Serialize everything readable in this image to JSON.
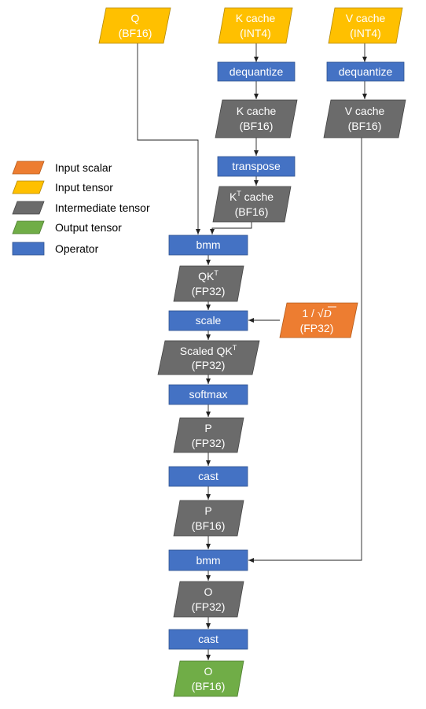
{
  "legend": {
    "items": [
      {
        "label": "Input scalar",
        "color": "#ed7d31"
      },
      {
        "label": "Input tensor",
        "color": "#ffc000"
      },
      {
        "label": "Intermediate tensor",
        "color": "#6b6b6b"
      },
      {
        "label": "Output tensor",
        "color": "#70ad47"
      },
      {
        "label": "Operator",
        "color": "#4472c4"
      }
    ]
  },
  "nodes": {
    "q": {
      "line1": "Q",
      "line2": "(BF16)"
    },
    "k_cache_int4": {
      "line1": "K cache",
      "line2": "(INT4)"
    },
    "v_cache_int4": {
      "line1": "V cache",
      "line2": "(INT4)"
    },
    "dequant_k": {
      "label": "dequantize"
    },
    "dequant_v": {
      "label": "dequantize"
    },
    "k_cache_bf16": {
      "line1": "K cache",
      "line2": "(BF16)"
    },
    "v_cache_bf16": {
      "line1": "V cache",
      "line2": "(BF16)"
    },
    "transpose": {
      "label": "transpose"
    },
    "kt_cache": {
      "line1_base": "K",
      "line1_sup": "T",
      "line1_rest": " cache",
      "line2": "(BF16)"
    },
    "bmm1": {
      "label": "bmm"
    },
    "qkt": {
      "line1_base": "QK",
      "line1_sup": "T",
      "line2": "(FP32)"
    },
    "scale": {
      "label": "scale"
    },
    "inv_sqrt_d": {
      "line1_prefix": "1 / ",
      "line1_var": "D",
      "line2": "(FP32)"
    },
    "scaled_qkt": {
      "line1_base": "Scaled QK",
      "line1_sup": "T",
      "line2": "(FP32)"
    },
    "softmax": {
      "label": "softmax"
    },
    "p_fp32": {
      "line1": "P",
      "line2": "(FP32)"
    },
    "cast1": {
      "label": "cast"
    },
    "p_bf16": {
      "line1": "P",
      "line2": "(BF16)"
    },
    "bmm2": {
      "label": "bmm"
    },
    "o_fp32": {
      "line1": "O",
      "line2": "(FP32)"
    },
    "cast2": {
      "label": "cast"
    },
    "o_bf16": {
      "line1": "O",
      "line2": "(BF16)"
    }
  },
  "colors": {
    "input_scalar": "#ed7d31",
    "input_tensor": "#ffc000",
    "intermediate": "#6b6b6b",
    "output": "#70ad47",
    "operator": "#4472c4"
  }
}
